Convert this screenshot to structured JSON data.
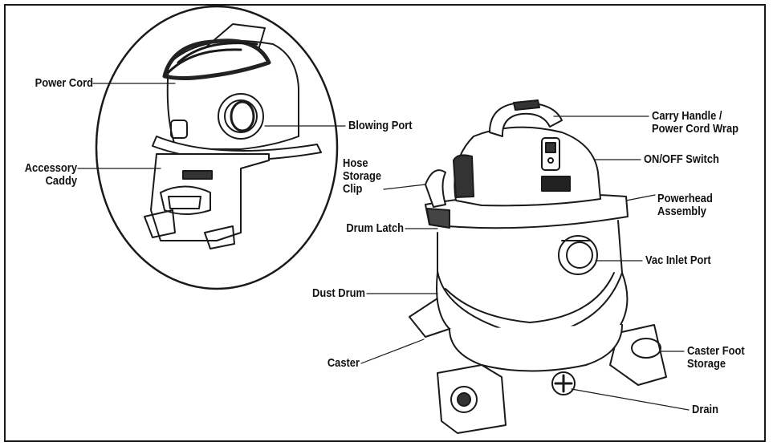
{
  "labels": {
    "power_cord": "Power Cord",
    "blowing_port": "Blowing Port",
    "accessory_caddy": "Accessory\nCaddy",
    "hose_storage_clip": "Hose\nStorage\nClip",
    "drum_latch": "Drum Latch",
    "dust_drum": "Dust Drum",
    "caster": "Caster",
    "carry_handle": "Carry Handle /\nPower Cord Wrap",
    "on_off_switch": "ON/OFF Switch",
    "powerhead_assembly": "Powerhead\nAssembly",
    "vac_inlet_port": "Vac Inlet Port",
    "caster_foot_storage": "Caster Foot\nStorage",
    "drain": "Drain"
  },
  "colors": {
    "line": "#1a1a1a",
    "drum_fill": "#ffffff",
    "shade": "#3a3a3a"
  }
}
